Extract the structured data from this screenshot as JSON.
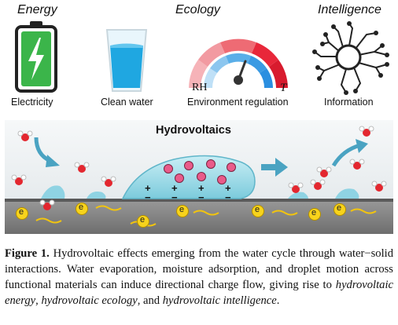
{
  "top": {
    "energy_title": "Energy",
    "ecology_title": "Ecology",
    "intelligence_title": "Intelligence",
    "electricity_label": "Electricity",
    "clean_water_label": "Clean water",
    "env_label": "Environment regulation",
    "gauge_left": "RH",
    "gauge_right": "T",
    "information_label": "Information"
  },
  "panel": {
    "title": "Hydrovoltaics",
    "charge_plus": "+",
    "charge_minus": "−",
    "electron": "e"
  },
  "caption": {
    "fig_label": "Figure 1.",
    "text1": " Hydrovoltaic effects emerging from the water cycle through water−solid interactions. Water evaporation, moisture adsorption, and droplet motion across functional materials can induce directional charge flow, giving rise to ",
    "term1": "hydrovoltaic energy",
    "sep1": ", ",
    "term2": "hydrovoltaic ecology",
    "sep2": ", and ",
    "term3": "hydrovoltaic intelligence",
    "end": "."
  },
  "colors": {
    "battery_green": "#3bb54a",
    "water_blue": "#1fa7e1",
    "gauge_red": "#e8273a",
    "gauge_blue": "#2b8fe0",
    "electron_yellow": "#f7d31c",
    "droplet_cyan": "#8fd3e3",
    "substrate_gray": "#8c8c8c"
  }
}
